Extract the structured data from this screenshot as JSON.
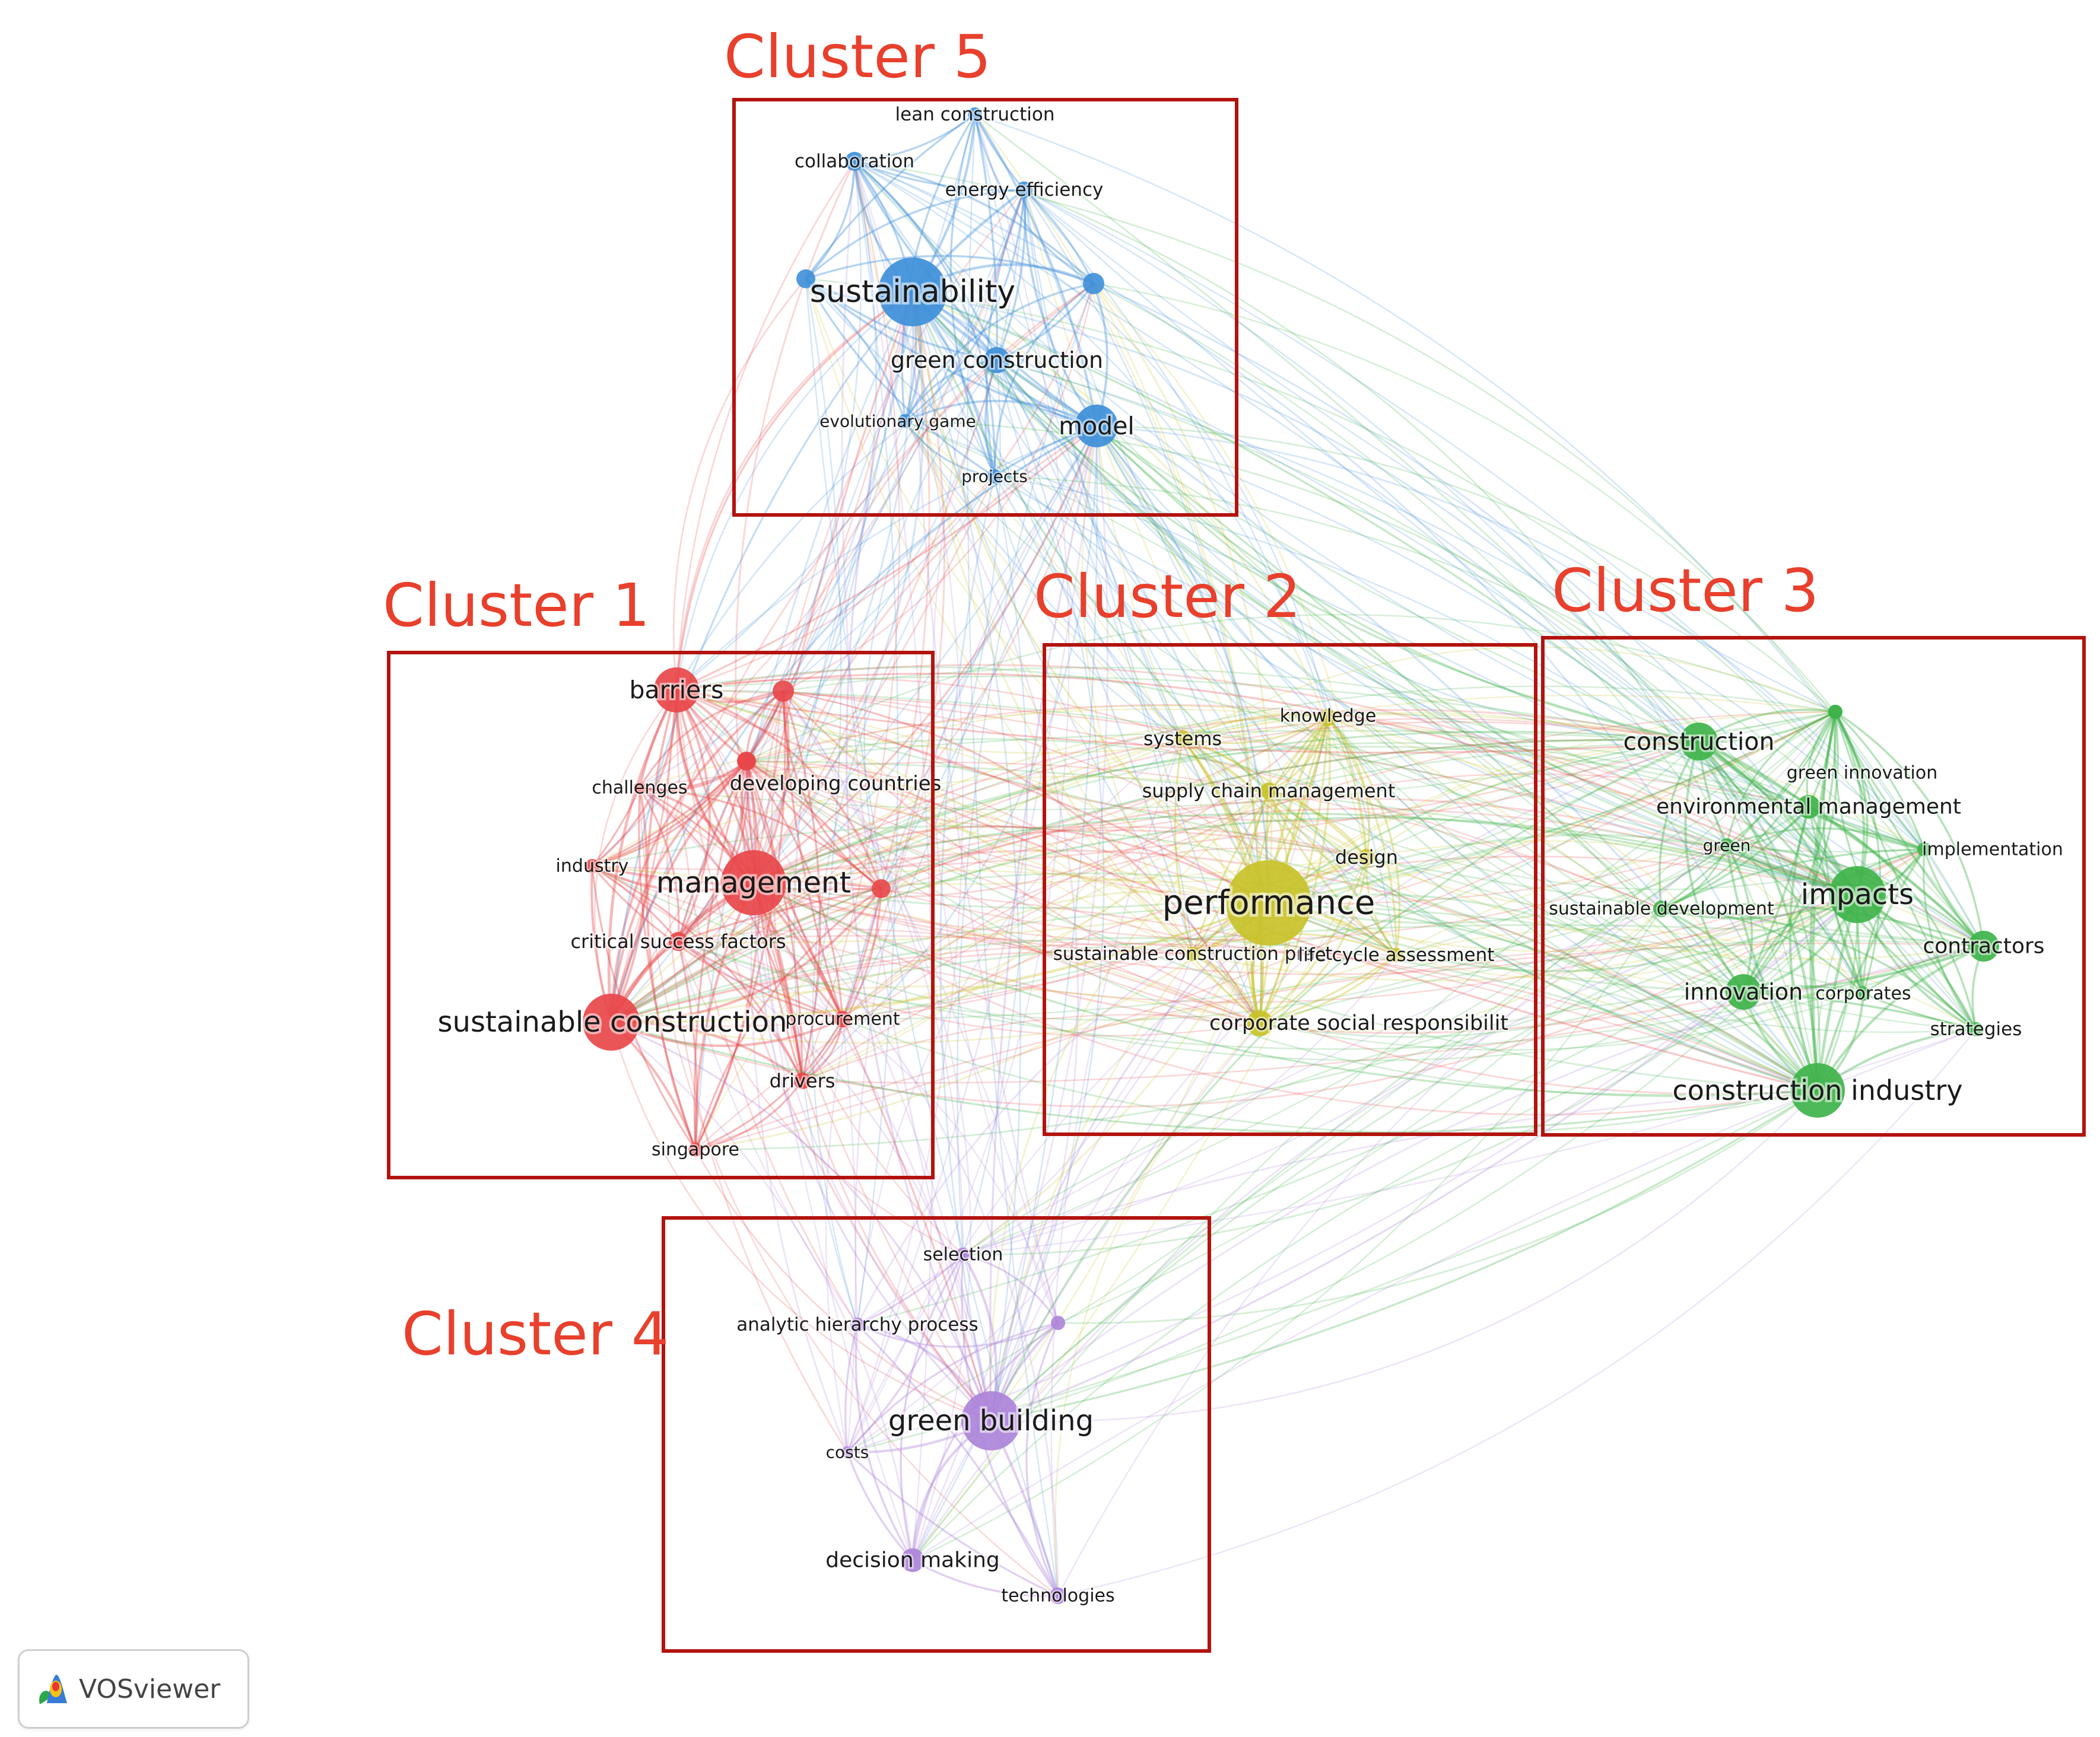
{
  "colors": {
    "frame": "#b3130e",
    "title": "#e8402c",
    "cluster1": "#e8474a",
    "cluster2": "#c8c22a",
    "cluster3": "#3fb34a",
    "cluster4": "#ad84d9",
    "cluster5": "#3e8fd9"
  },
  "clusters": [
    {
      "id": 1,
      "label": "Cluster 1",
      "color_key": "cluster1"
    },
    {
      "id": 2,
      "label": "Cluster 2",
      "color_key": "cluster2"
    },
    {
      "id": 3,
      "label": "Cluster 3",
      "color_key": "cluster3"
    },
    {
      "id": 4,
      "label": "Cluster 4",
      "color_key": "cluster4"
    },
    {
      "id": 5,
      "label": "Cluster 5",
      "color_key": "cluster5"
    }
  ],
  "keywords": [
    {
      "label": "lean construction",
      "cluster": 5
    },
    {
      "label": "collaboration",
      "cluster": 5
    },
    {
      "label": "energy efficiency",
      "cluster": 5
    },
    {
      "label": "sustainability",
      "cluster": 5
    },
    {
      "label": "green construction",
      "cluster": 5
    },
    {
      "label": "evolutionary game",
      "cluster": 5
    },
    {
      "label": "model",
      "cluster": 5
    },
    {
      "label": "projects",
      "cluster": 5
    },
    {
      "label": "barriers",
      "cluster": 1
    },
    {
      "label": "challenges",
      "cluster": 1
    },
    {
      "label": "developing countries",
      "cluster": 1
    },
    {
      "label": "industry",
      "cluster": 1
    },
    {
      "label": "management",
      "cluster": 1
    },
    {
      "label": "critical success factors",
      "cluster": 1
    },
    {
      "label": "sustainable construction",
      "cluster": 1
    },
    {
      "label": "procurement",
      "cluster": 1
    },
    {
      "label": "drivers",
      "cluster": 1
    },
    {
      "label": "singapore",
      "cluster": 1
    },
    {
      "label": "systems",
      "cluster": 2
    },
    {
      "label": "knowledge",
      "cluster": 2
    },
    {
      "label": "supply chain management",
      "cluster": 2
    },
    {
      "label": "design",
      "cluster": 2
    },
    {
      "label": "performance",
      "cluster": 2
    },
    {
      "label": "sustainable construction pract",
      "cluster": 2
    },
    {
      "label": "life cycle assessment",
      "cluster": 2
    },
    {
      "label": "corporate social responsibilit",
      "cluster": 2
    },
    {
      "label": "construction",
      "cluster": 3
    },
    {
      "label": "green innovation",
      "cluster": 3
    },
    {
      "label": "environmental management",
      "cluster": 3
    },
    {
      "label": "green",
      "cluster": 3
    },
    {
      "label": "implementation",
      "cluster": 3
    },
    {
      "label": "sustainable development",
      "cluster": 3
    },
    {
      "label": "impacts",
      "cluster": 3
    },
    {
      "label": "contractors",
      "cluster": 3
    },
    {
      "label": "innovation",
      "cluster": 3
    },
    {
      "label": "corporates",
      "cluster": 3
    },
    {
      "label": "strategies",
      "cluster": 3
    },
    {
      "label": "construction industry",
      "cluster": 3
    },
    {
      "label": "selection",
      "cluster": 4
    },
    {
      "label": "analytic hierarchy process",
      "cluster": 4
    },
    {
      "label": "green building",
      "cluster": 4
    },
    {
      "label": "costs",
      "cluster": 4
    },
    {
      "label": "decision making",
      "cluster": 4
    },
    {
      "label": "technologies",
      "cluster": 4
    }
  ],
  "logo": {
    "text": "VOSviewer",
    "icon": "vosviewer-logo-icon"
  }
}
